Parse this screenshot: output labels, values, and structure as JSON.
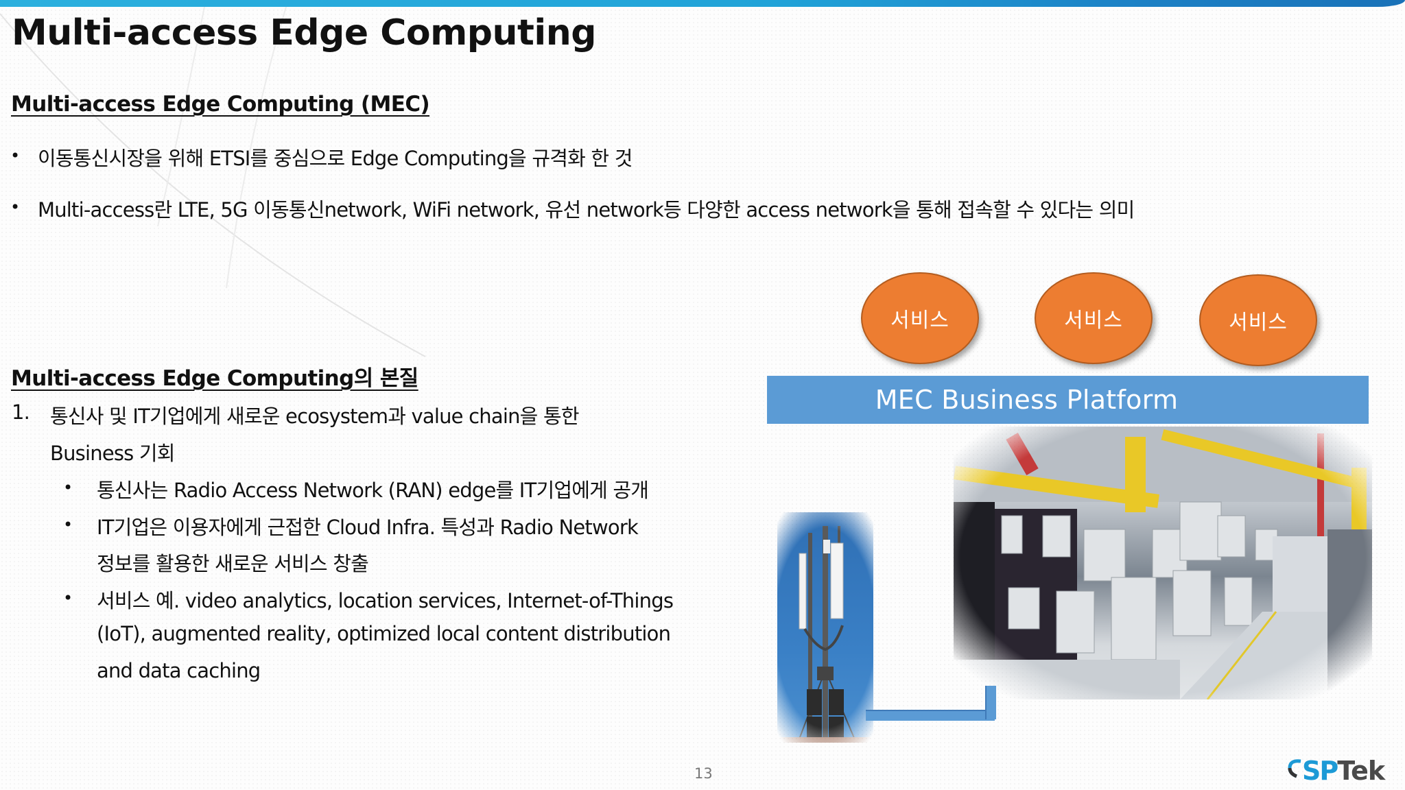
{
  "slide": {
    "title": "Multi-access Edge Computing",
    "page_number": "13"
  },
  "section1": {
    "heading": "Multi-access Edge Computing (MEC)",
    "bullets": [
      "이동통신시장을 위해 ETSI를 중심으로 Edge Computing을 규격화 한 것",
      "Multi-access란 LTE, 5G 이동통신network, WiFi network, 유선 network등 다양한 access network을 통해 접속할 수 있다는 의미"
    ]
  },
  "section2": {
    "heading": "Multi-access Edge Computing의 본질",
    "item1_number": "1.",
    "item1_line1": "통신사 및 IT기업에게 새로운 ecosystem과 value chain을 통한",
    "item1_line2": "Business 기회",
    "sub_bullets": [
      {
        "lines": [
          "통신사는 Radio Access Network (RAN) edge를 IT기업에게 공개"
        ]
      },
      {
        "lines": [
          "IT기업은 이용자에게 근접한 Cloud Infra. 특성과 Radio Network",
          "정보를 활용한 새로운 서비스 창출"
        ]
      },
      {
        "lines": [
          "서비스 예. video analytics, location services, Internet-of-Things",
          "(IoT), augmented reality, optimized local content distribution",
          "and data caching"
        ]
      }
    ],
    "bullet_glyph": "•"
  },
  "diagram": {
    "services": [
      "서비스",
      "서비스",
      "서비스"
    ],
    "platform_label": "MEC Business Platform",
    "tower_image": "cell-tower-photo",
    "datacenter_image": "edge-datacenter-photo",
    "colors": {
      "service": "#ED7D31",
      "platform": "#5B9BD5",
      "top_bar": "#1fa8dc"
    }
  },
  "logo": {
    "sp": "SP",
    "tek": "Tek"
  }
}
